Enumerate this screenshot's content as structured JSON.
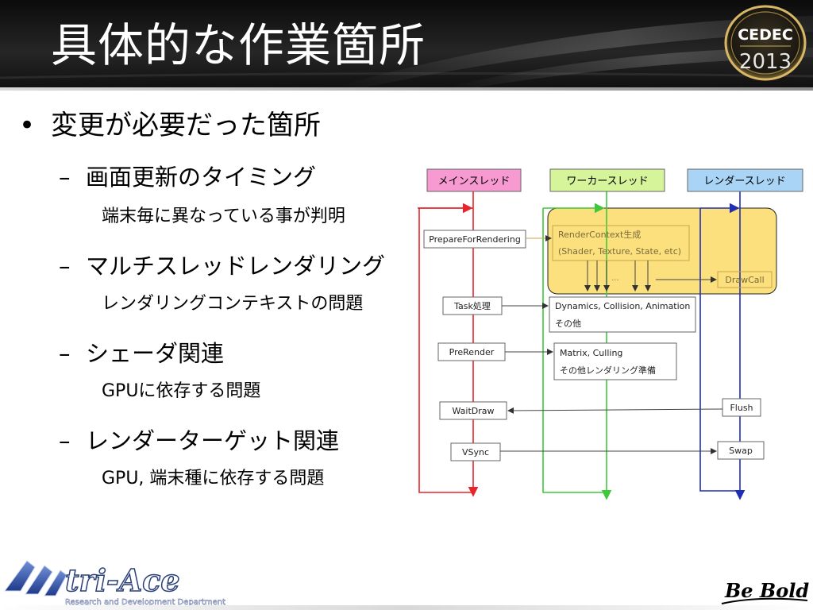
{
  "slide": {
    "title": "具体的な作業箇所",
    "logo_text": "CEDEC",
    "logo_year": "2013"
  },
  "bullets": {
    "main": "変更が必要だった箇所",
    "items": [
      {
        "heading": "画面更新のタイミング",
        "detail": "端末毎に異なっている事が判明"
      },
      {
        "heading": "マルチスレッドレンダリング",
        "detail": "レンダリングコンテキストの問題"
      },
      {
        "heading": "シェーダ関連",
        "detail": "GPUに依存する問題"
      },
      {
        "heading": "レンダーターゲット関連",
        "detail": "GPU, 端末種に依存する問題"
      }
    ]
  },
  "diagram": {
    "threads": {
      "main": "メインスレッド",
      "worker": "ワーカースレッド",
      "render": "レンダースレッド"
    },
    "main_tasks": [
      "PrepareForRendering",
      "Task処理",
      "PreRender",
      "WaitDraw",
      "VSync"
    ],
    "worker_tasks": {
      "context": [
        "RenderContext生成",
        "(Shader, Texture, State, etc)"
      ],
      "ellipsis": "...",
      "dynamics": [
        "Dynamics, Collision, Animation",
        "その他"
      ],
      "matrix": [
        "Matrix, Culling",
        "その他レンダリング準備"
      ]
    },
    "render_tasks": [
      "DrawCall",
      "Flush",
      "Swap"
    ],
    "colors": {
      "main_line": "#e8242a",
      "worker_line": "#3fc83c",
      "render_line": "#1e2fb4",
      "main_label_bg": "#f79ad2",
      "worker_label_bg": "#d6f59a",
      "render_label_bg": "#a9d4f5",
      "highlight_bg": "#fce07d"
    }
  },
  "footer": {
    "company": "tri-Ace",
    "department": "Research and Development Department",
    "slogan": "Be Bold!"
  }
}
